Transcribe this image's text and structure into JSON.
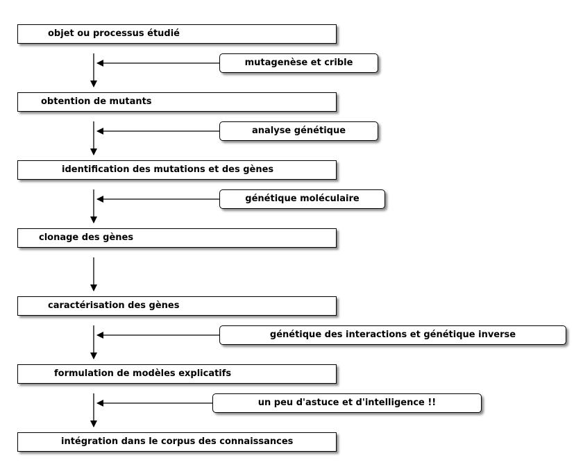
{
  "steps": [
    "objet ou processus étudié",
    "obtention de mutants",
    "identification des mutations et des gènes",
    "clonage des gènes",
    "caractérisation des gènes",
    "formulation de modèles explicatifs",
    "intégration dans le corpus des connaissances"
  ],
  "methods": [
    "mutagenèse et crible",
    "analyse génétique",
    "génétique moléculaire",
    "génétique des interactions et génétique inverse",
    "un peu d'astuce et d'intelligence !!"
  ]
}
